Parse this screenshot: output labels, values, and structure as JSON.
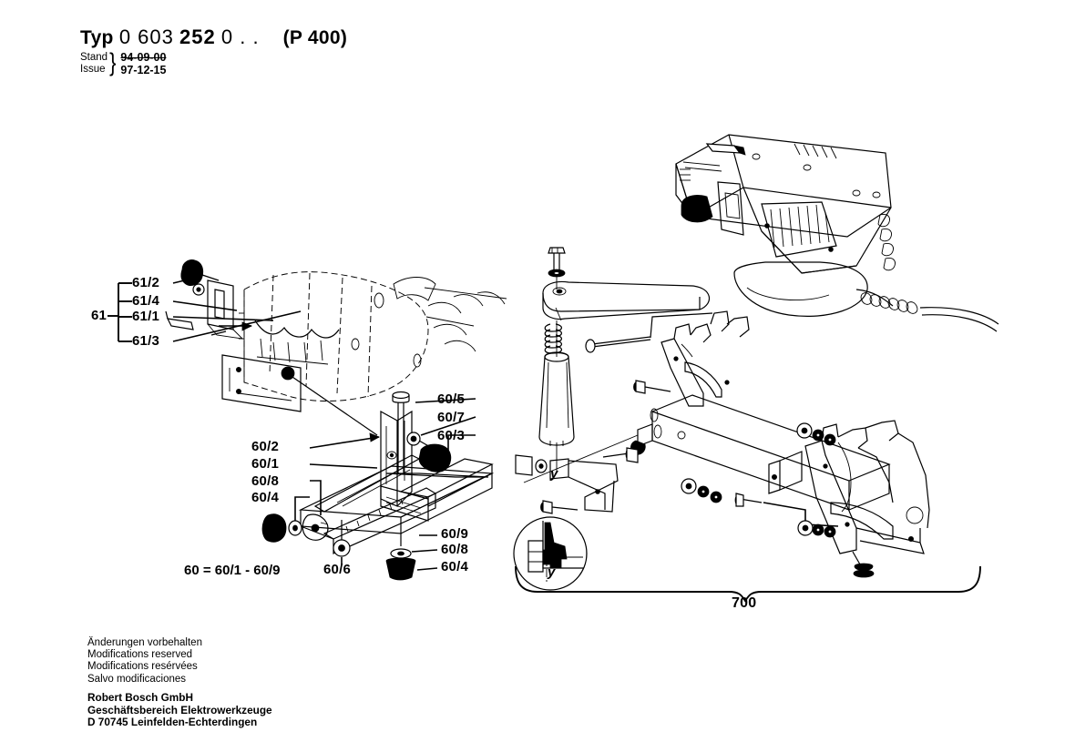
{
  "document": {
    "header": {
      "typ_label": "Typ",
      "type_number_part1": "0 603",
      "type_number_part2": "252",
      "type_number_part3": "0 . .",
      "model": "(P 400)",
      "stand_label": "Stand",
      "issue_label": "Issue",
      "stand_value": "94-09-00",
      "issue_value": "97-12-15"
    },
    "footer": {
      "disclaimer": [
        "Änderungen vorbehalten",
        "Modifications reserved",
        "Modifications resérvées",
        "Salvo modificaciones"
      ],
      "company": [
        "Robert Bosch GmbH",
        "Geschäftsbereich Elektrowerkzeuge",
        "D 70745 Leinfelden-Echterdingen"
      ]
    }
  },
  "diagram": {
    "type": "exploded-parts-diagram",
    "left_assembly": {
      "group_label": "61",
      "items": [
        "61/2",
        "61/4",
        "61/1",
        "61/3"
      ]
    },
    "center_assembly": {
      "legend": "60 = 60/1 - 60/9",
      "labels_upper_right": [
        "60/5",
        "60/7",
        "60/3"
      ],
      "labels_left": [
        "60/2",
        "60/1",
        "60/8",
        "60/4"
      ],
      "labels_lower_right": [
        "60/9",
        "60/8",
        "60/4"
      ],
      "label_bottom": "60/6"
    },
    "right_assembly": {
      "group_label": "700",
      "detail_marker": "y",
      "detail_marker_circle": "y"
    }
  }
}
